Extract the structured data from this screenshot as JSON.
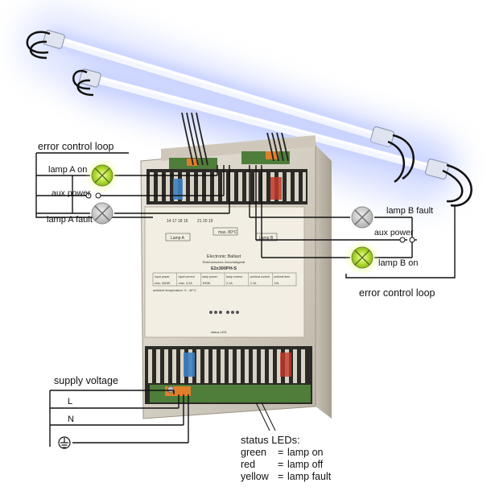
{
  "labels": {
    "error_loop_left": "error control loop",
    "error_loop_right": "error control loop",
    "lamp_a_on": "lamp A on",
    "lamp_a_fault": "lamp A fault",
    "aux_power_left": "aux power",
    "lamp_b_fault": "lamp B fault",
    "aux_power_right": "aux power",
    "lamp_b_on": "lamp B on",
    "supply_voltage": "supply voltage",
    "line_L": "L",
    "line_N": "N",
    "status_leds_title": "status LEDs:"
  },
  "status_leds": [
    {
      "color": "green",
      "meaning": "lamp on"
    },
    {
      "color": "red",
      "meaning": "lamp off"
    },
    {
      "color": "yellow",
      "meaning": "lamp fault"
    }
  ],
  "ballast": {
    "title": "Electronic Ballast",
    "subtitle": "Elektronisches Vorschaltgerät",
    "model": "E2x300PH-S",
    "table_headers": [
      "input power",
      "input current",
      "lamp power",
      "lamp current",
      "preheat current",
      "preheat time"
    ],
    "table_values": [
      "max. 660W",
      "max. 3,2A",
      "300W",
      "2,1A",
      "2,1A",
      "12s"
    ],
    "ambient": "ambient temperature: 0 - 40°C",
    "lamp_a_box": "Lamp A",
    "lamp_b_box": "Lamp B",
    "tc_label": "max. 80°C",
    "status_led_label": "status LED",
    "terminals_a": "14  17  18  15",
    "terminals_mid": "21  20 19"
  },
  "colors": {
    "lamp_glow": "#b8c6ff",
    "indicator_on": "#c6e84a",
    "indicator_off": "#c8c8c8",
    "ballast_panel": "#f2eee3",
    "wire": "#111111"
  }
}
